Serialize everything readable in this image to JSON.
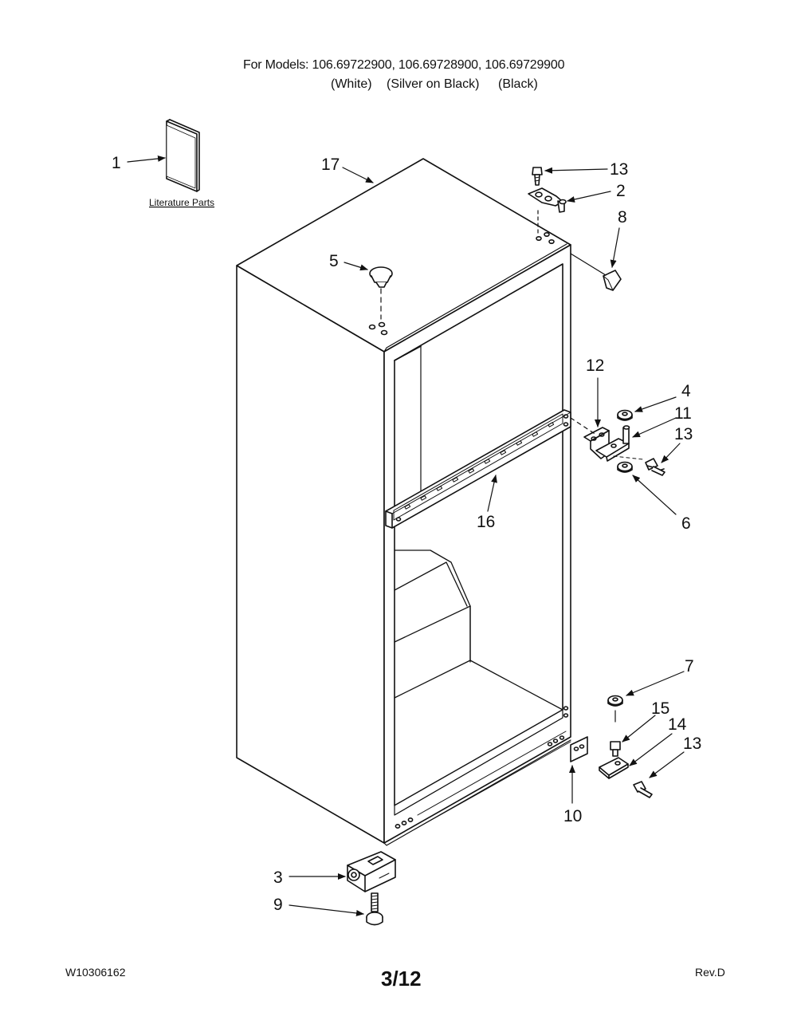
{
  "header": {
    "models_line": "For Models: 106.69722900, 106.69728900, 106.69729900",
    "variant_white": "(White)",
    "variant_silver": "(Silver on Black)",
    "variant_black": "(Black)"
  },
  "footer": {
    "doc_id": "W10306162",
    "page": "3/12",
    "revision": "Rev.D"
  },
  "literature_label": "Literature Parts",
  "callouts": [
    "1",
    "17",
    "13",
    "2",
    "8",
    "5",
    "12",
    "4",
    "11",
    "13",
    "6",
    "16",
    "7",
    "15",
    "14",
    "13",
    "10",
    "3",
    "9"
  ]
}
